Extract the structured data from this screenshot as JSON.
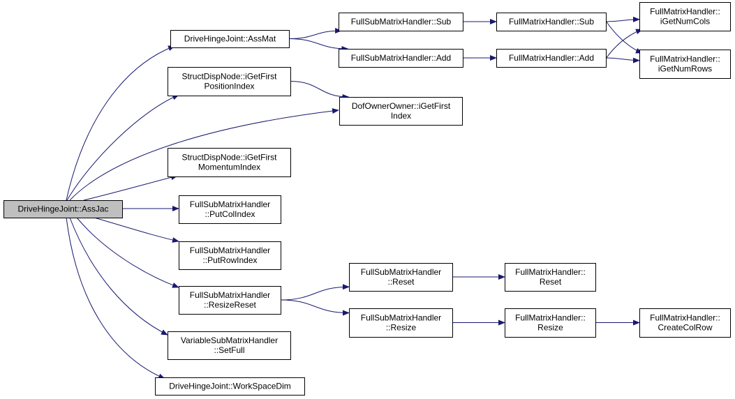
{
  "diagram": {
    "nodes": [
      {
        "id": "root",
        "lines": [
          "DriveHingeJoint::AssJac"
        ],
        "highlighted": true
      },
      {
        "id": "assmat",
        "lines": [
          "DriveHingeJoint::AssMat"
        ]
      },
      {
        "id": "pos_index",
        "lines": [
          "StructDispNode::iGetFirst",
          "PositionIndex"
        ]
      },
      {
        "id": "mom_index",
        "lines": [
          "StructDispNode::iGetFirst",
          "MomentumIndex"
        ]
      },
      {
        "id": "putcol",
        "lines": [
          "FullSubMatrixHandler",
          "::PutColIndex"
        ]
      },
      {
        "id": "putrow",
        "lines": [
          "FullSubMatrixHandler",
          "::PutRowIndex"
        ]
      },
      {
        "id": "resizereset",
        "lines": [
          "FullSubMatrixHandler",
          "::ResizeReset"
        ]
      },
      {
        "id": "setfull",
        "lines": [
          "VariableSubMatrixHandler",
          "::SetFull"
        ]
      },
      {
        "id": "workspace",
        "lines": [
          "DriveHingeJoint::WorkSpaceDim"
        ]
      },
      {
        "id": "fsub_sub",
        "lines": [
          "FullSubMatrixHandler::Sub"
        ]
      },
      {
        "id": "fsub_add",
        "lines": [
          "FullSubMatrixHandler::Add"
        ]
      },
      {
        "id": "dof_index",
        "lines": [
          "DofOwnerOwner::iGetFirst",
          "Index"
        ]
      },
      {
        "id": "fsub_reset",
        "lines": [
          "FullSubMatrixHandler",
          "::Reset"
        ]
      },
      {
        "id": "fsub_resize",
        "lines": [
          "FullSubMatrixHandler",
          "::Resize"
        ]
      },
      {
        "id": "fm_sub",
        "lines": [
          "FullMatrixHandler::Sub"
        ]
      },
      {
        "id": "fm_add",
        "lines": [
          "FullMatrixHandler::Add"
        ]
      },
      {
        "id": "fm_reset",
        "lines": [
          "FullMatrixHandler::",
          "Reset"
        ]
      },
      {
        "id": "fm_resize",
        "lines": [
          "FullMatrixHandler::",
          "Resize"
        ]
      },
      {
        "id": "fm_numcols",
        "lines": [
          "FullMatrixHandler::",
          "iGetNumCols"
        ]
      },
      {
        "id": "fm_numrows",
        "lines": [
          "FullMatrixHandler::",
          "iGetNumRows"
        ]
      },
      {
        "id": "fm_createcolrow",
        "lines": [
          "FullMatrixHandler::",
          "CreateColRow"
        ]
      }
    ],
    "edges": [
      {
        "from": "root",
        "to": "assmat"
      },
      {
        "from": "root",
        "to": "pos_index"
      },
      {
        "from": "root",
        "to": "dof_index"
      },
      {
        "from": "root",
        "to": "mom_index"
      },
      {
        "from": "root",
        "to": "putcol"
      },
      {
        "from": "root",
        "to": "putrow"
      },
      {
        "from": "root",
        "to": "resizereset"
      },
      {
        "from": "root",
        "to": "setfull"
      },
      {
        "from": "root",
        "to": "workspace"
      },
      {
        "from": "assmat",
        "to": "fsub_sub"
      },
      {
        "from": "assmat",
        "to": "fsub_add"
      },
      {
        "from": "pos_index",
        "to": "dof_index"
      },
      {
        "from": "fsub_sub",
        "to": "fm_sub"
      },
      {
        "from": "fsub_add",
        "to": "fm_add"
      },
      {
        "from": "fm_sub",
        "to": "fm_numcols"
      },
      {
        "from": "fm_sub",
        "to": "fm_numrows"
      },
      {
        "from": "fm_add",
        "to": "fm_numcols"
      },
      {
        "from": "fm_add",
        "to": "fm_numrows"
      },
      {
        "from": "resizereset",
        "to": "fsub_reset"
      },
      {
        "from": "resizereset",
        "to": "fsub_resize"
      },
      {
        "from": "fsub_reset",
        "to": "fm_reset"
      },
      {
        "from": "fsub_resize",
        "to": "fm_resize"
      },
      {
        "from": "fm_resize",
        "to": "fm_createcolrow"
      }
    ]
  },
  "colors": {
    "edge": "#191970",
    "node_border": "#000000",
    "node_fill": "#ffffff",
    "highlight_fill": "#bfbfbf"
  }
}
